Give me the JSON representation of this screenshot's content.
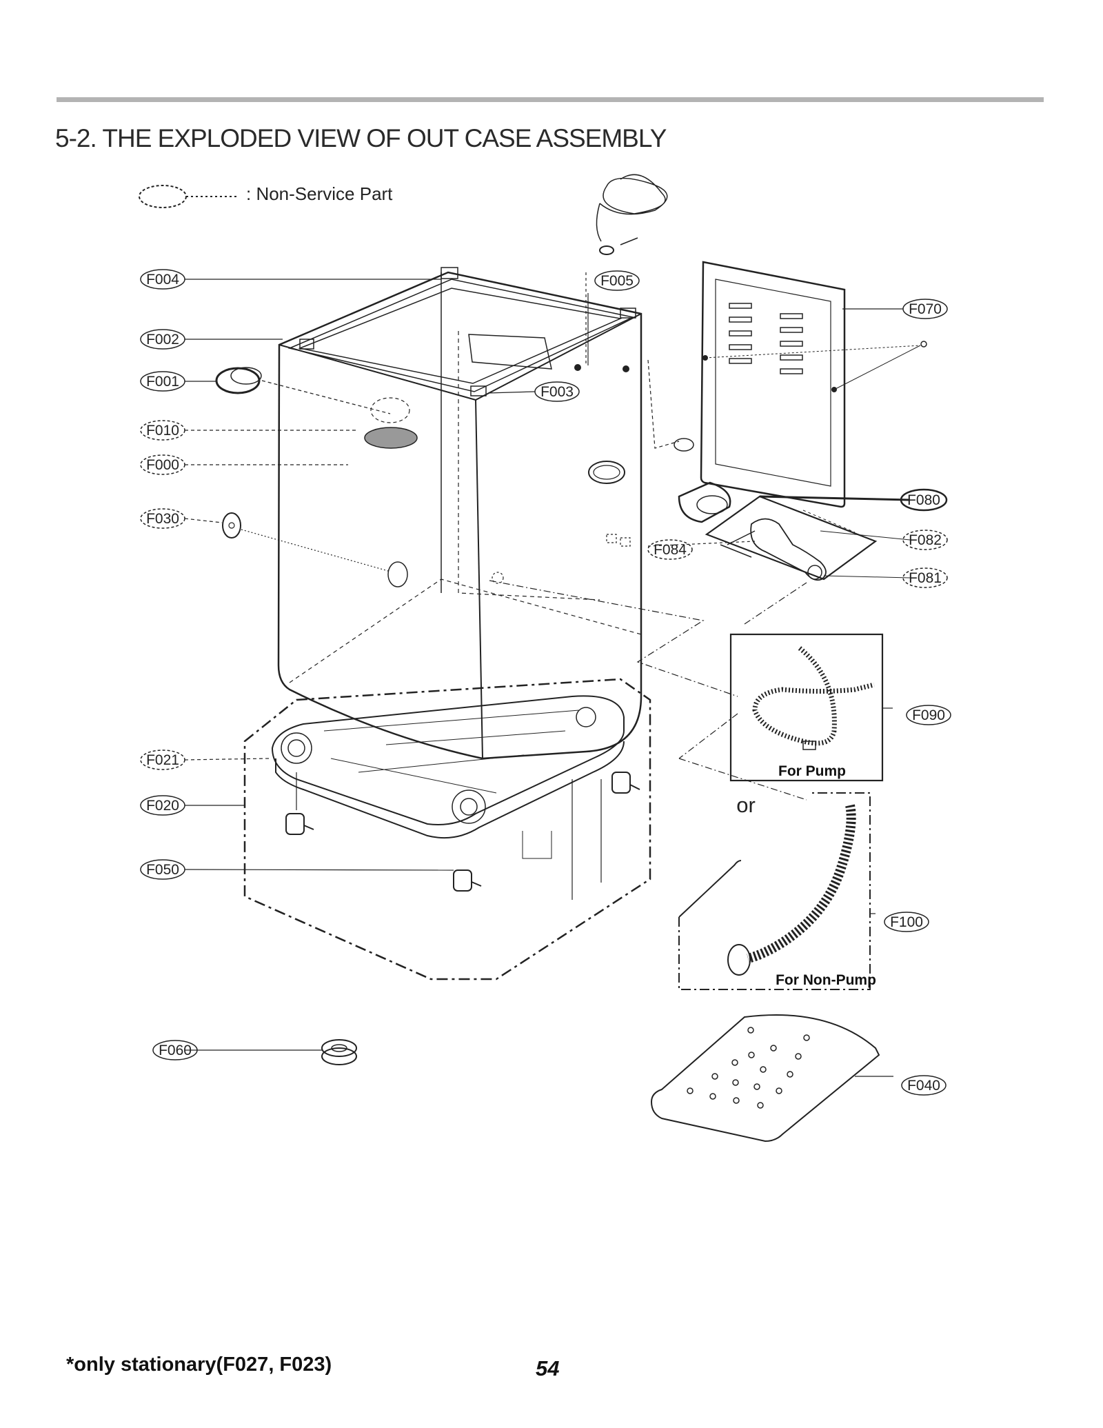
{
  "title": "5-2. THE EXPLODED VIEW OF OUT CASE ASSEMBLY",
  "legend": {
    "text": ": Non-Service Part"
  },
  "parts": {
    "F004": "F004",
    "F002": "F002",
    "F001": "F001",
    "F010": "F010",
    "F000": "F000",
    "F030": "F030",
    "F021": "F021",
    "F020": "F020",
    "F050": "F050",
    "F060": "F060",
    "F005": "F005",
    "F003": "F003",
    "F070": "F070",
    "F080": "F080",
    "F082": "F082",
    "F084": "F084",
    "F081": "F081",
    "F090": "F090",
    "F100": "F100",
    "F040": "F040"
  },
  "sublabels": {
    "for_pump": "For Pump",
    "or": "or",
    "for_non_pump": "For Non-Pump"
  },
  "footnote": "*only stationary(F027, F023)",
  "page_number": "54",
  "colors": {
    "line": "#222222",
    "rule": "#b3b3b3",
    "hole": "#999999"
  }
}
